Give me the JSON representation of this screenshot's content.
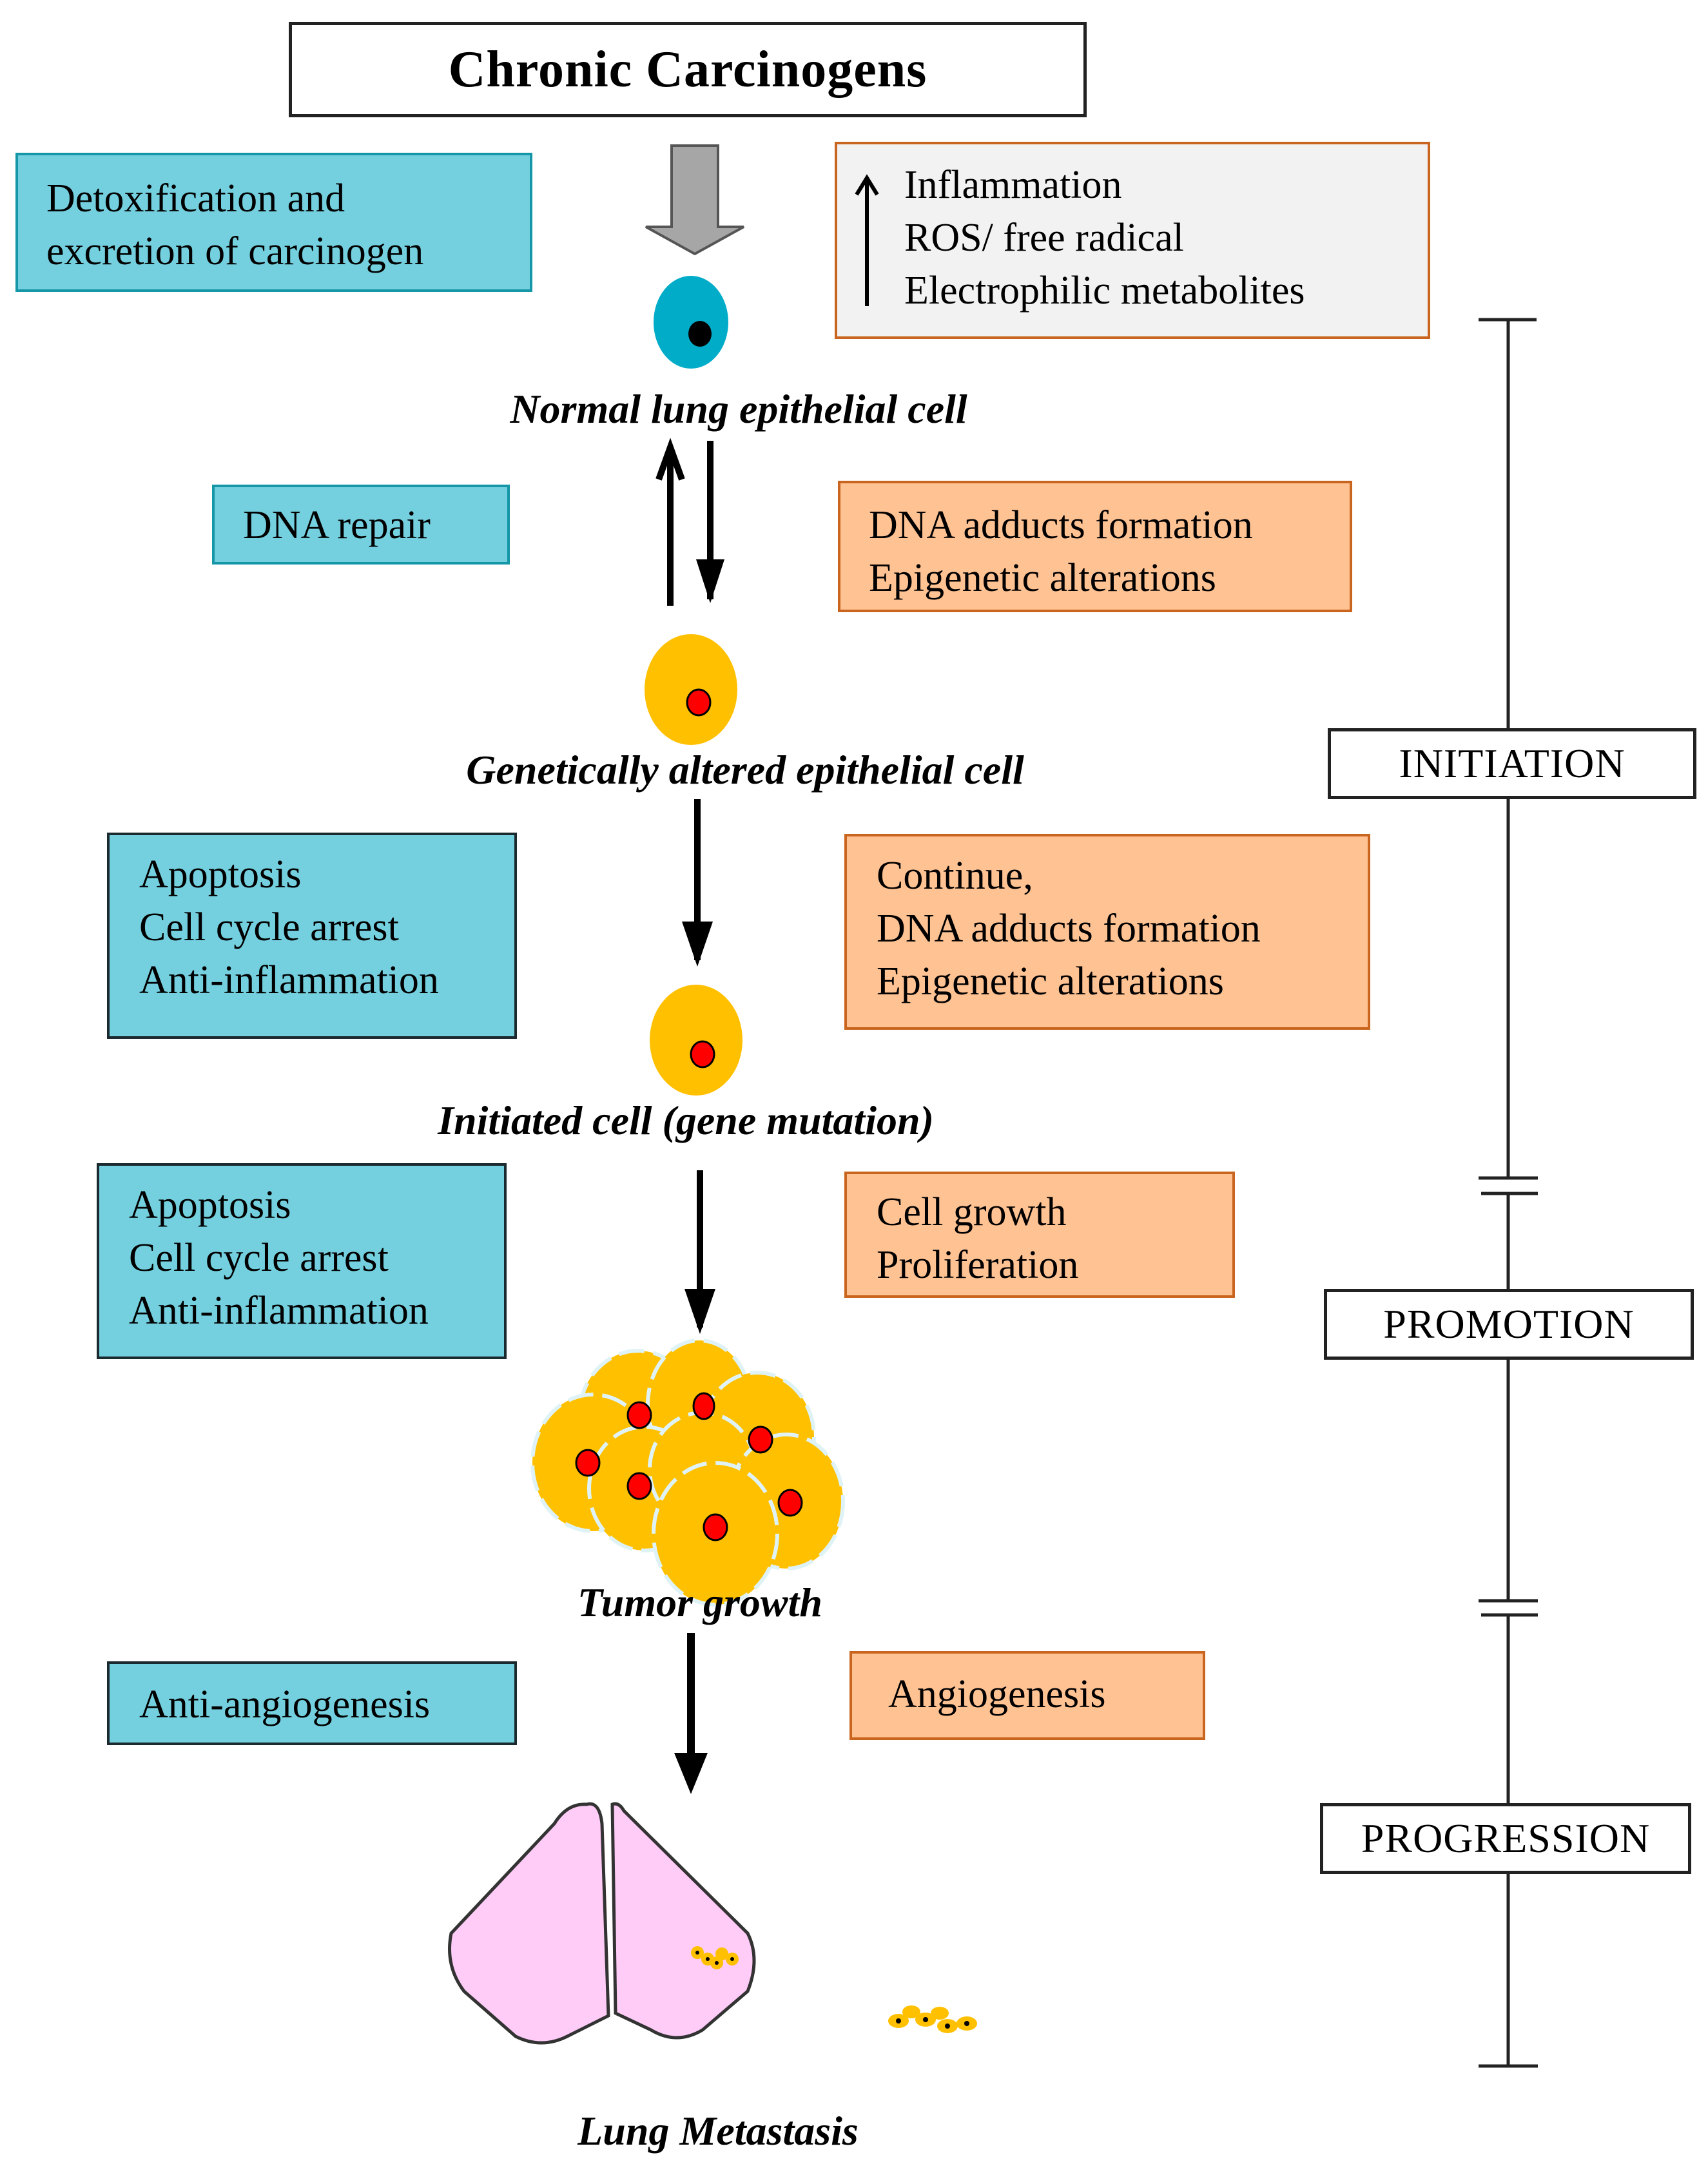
{
  "title": "Chronic Carcinogens",
  "protective_boxes": [
    {
      "id": "detox",
      "lines": [
        "Detoxification and",
        "excretion of carcinogen"
      ]
    },
    {
      "id": "dna-repair",
      "lines": [
        "DNA repair"
      ]
    },
    {
      "id": "apoptosis-1",
      "lines": [
        "Apoptosis",
        "Cell cycle arrest",
        "Anti-inflammation"
      ]
    },
    {
      "id": "apoptosis-2",
      "lines": [
        "Apoptosis",
        "Cell cycle arrest",
        "Anti-inflammation"
      ]
    },
    {
      "id": "anti-angiogenesis",
      "lines": [
        "Anti-angiogenesis"
      ]
    }
  ],
  "damaging_boxes": [
    {
      "id": "inflammation",
      "lines": [
        "Inflammation",
        "ROS/ free radical",
        "Electrophilic metabolites"
      ],
      "icon": "up-arrow-icon"
    },
    {
      "id": "dna-adducts",
      "lines": [
        "DNA adducts formation",
        "Epigenetic alterations"
      ]
    },
    {
      "id": "continue",
      "lines": [
        "Continue,",
        "DNA adducts formation",
        "Epigenetic alterations"
      ]
    },
    {
      "id": "cell-growth",
      "lines": [
        "Cell growth",
        "Proliferation"
      ]
    },
    {
      "id": "angiogenesis",
      "lines": [
        "Angiogenesis"
      ]
    }
  ],
  "cell_stages": [
    {
      "label": "Normal lung epithelial cell"
    },
    {
      "label": "Genetically altered epithelial cell"
    },
    {
      "label": "Initiated cell (gene mutation)"
    },
    {
      "label": "Tumor growth"
    },
    {
      "label": "Lung Metastasis"
    }
  ],
  "phases": [
    "INITIATION",
    "PROMOTION",
    "PROGRESSION"
  ],
  "colors": {
    "protective_fill": "#74d0df",
    "damaging_fill": "#ffc293",
    "damaging_border": "#c9651f",
    "normal_cell": "#00acc8",
    "altered_cell": "#ffc000",
    "nucleus": "#ff0000",
    "lung": "#ffccf8"
  }
}
